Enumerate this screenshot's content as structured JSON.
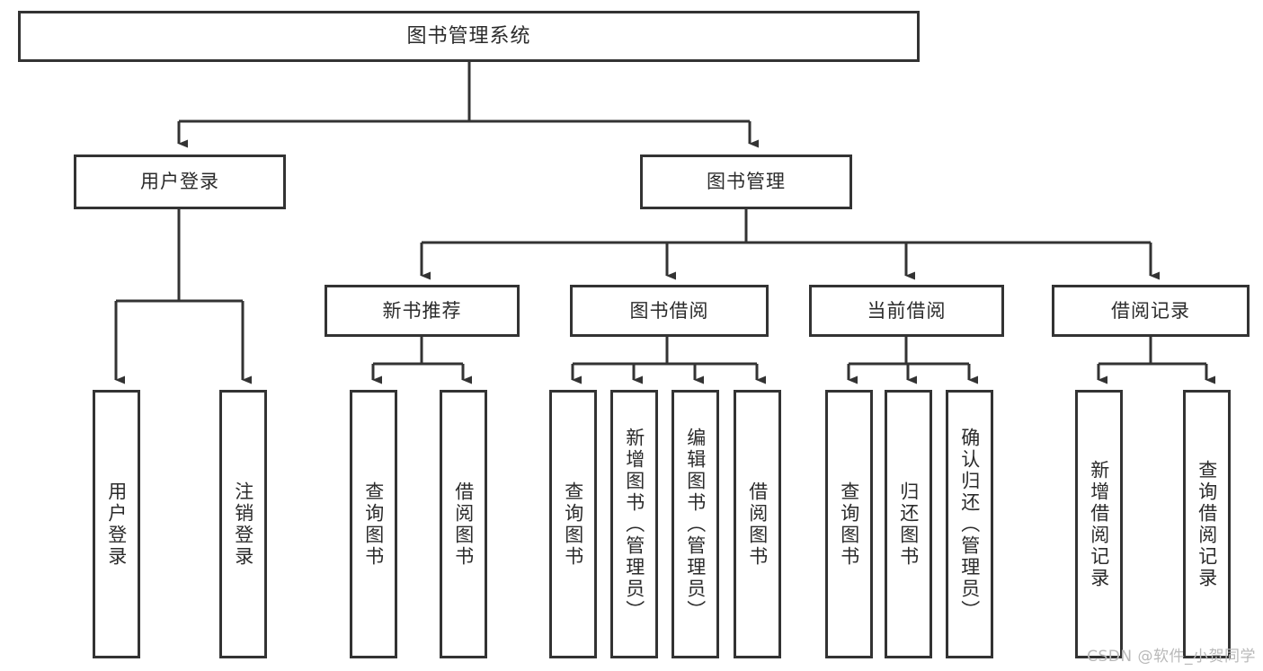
{
  "diagram": {
    "title": "图书管理系统",
    "type": "hierarchy-tree",
    "watermark": "CSDN @软件_小贺同学",
    "colors": {
      "box_border": "#333333",
      "box_fill": "#ffffff",
      "edge": "#333333",
      "text": "#2b2b2b",
      "watermark": "#b9b9b9",
      "background": "#ffffff"
    },
    "levels": {
      "level0": [
        {
          "id": "root",
          "label": "图书管理系统"
        }
      ],
      "level1": [
        {
          "id": "user-login",
          "label": "用户登录"
        },
        {
          "id": "book-manage",
          "label": "图书管理"
        }
      ],
      "level2": [
        {
          "id": "new-book-recommend",
          "label": "新书推荐"
        },
        {
          "id": "book-borrow",
          "label": "图书借阅"
        },
        {
          "id": "current-borrow",
          "label": "当前借阅"
        },
        {
          "id": "borrow-record",
          "label": "借阅记录"
        }
      ],
      "level3": [
        {
          "id": "leaf-user-login",
          "label": "用户登录",
          "parent": "user-login"
        },
        {
          "id": "leaf-user-logout",
          "label": "注销登录",
          "parent": "user-login"
        },
        {
          "id": "leaf-query-book-1",
          "label": "查询图书",
          "parent": "new-book-recommend"
        },
        {
          "id": "leaf-borrow-book-1",
          "label": "借阅图书",
          "parent": "new-book-recommend"
        },
        {
          "id": "leaf-query-book-2",
          "label": "查询图书",
          "parent": "book-borrow"
        },
        {
          "id": "leaf-add-book",
          "label": "新增图书（管理员）",
          "parent": "book-borrow"
        },
        {
          "id": "leaf-edit-book",
          "label": "编辑图书（管理员）",
          "parent": "book-borrow"
        },
        {
          "id": "leaf-borrow-book-2",
          "label": "借阅图书",
          "parent": "book-borrow"
        },
        {
          "id": "leaf-query-book-3",
          "label": "查询图书",
          "parent": "current-borrow"
        },
        {
          "id": "leaf-return-book",
          "label": "归还图书",
          "parent": "current-borrow"
        },
        {
          "id": "leaf-confirm-return",
          "label": "确认归还（管理员）",
          "parent": "current-borrow"
        },
        {
          "id": "leaf-add-record",
          "label": "新增借阅记录",
          "parent": "borrow-record"
        },
        {
          "id": "leaf-query-record",
          "label": "查询借阅记录",
          "parent": "borrow-record"
        }
      ]
    }
  }
}
